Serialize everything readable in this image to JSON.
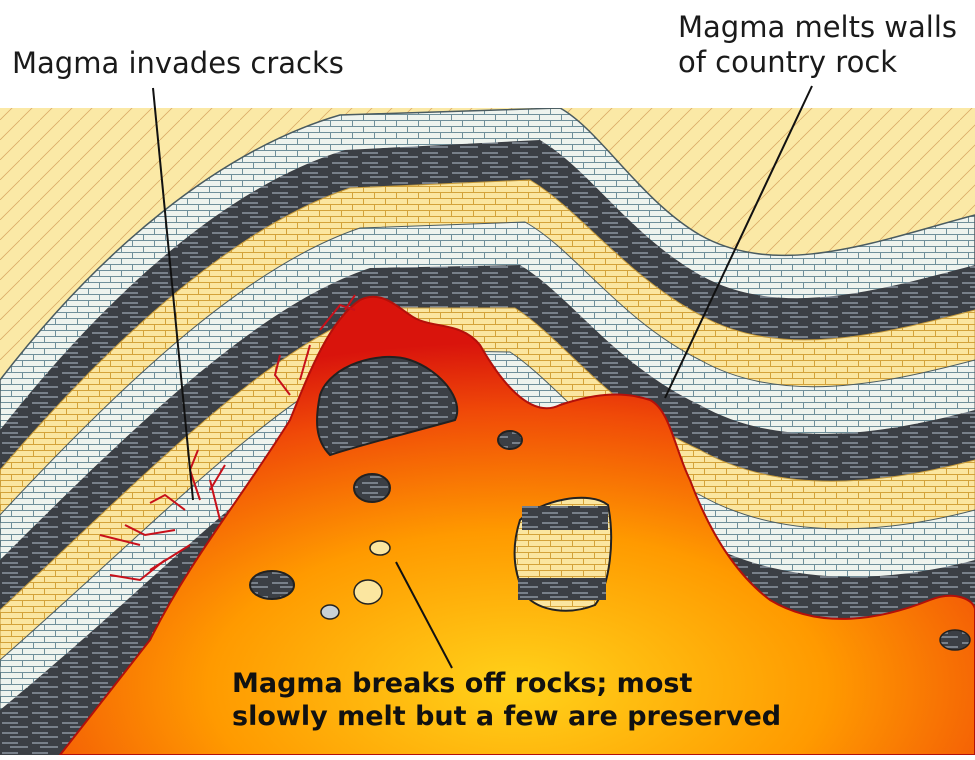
{
  "labels": {
    "cracks": "Magma invades cracks",
    "walls_line1": "Magma melts walls",
    "walls_line2": "of country rock",
    "rocks_line1": "Magma breaks off rocks; most",
    "rocks_line2": "slowly melt but a few are preserved"
  },
  "colors": {
    "magma_core": "#ffd21a",
    "magma_mid": "#ff8a00",
    "magma_edge": "#d9140c",
    "sandstone": "#fbe9a6",
    "shale": "#3b3f45",
    "limestone": "#eef3ee",
    "crack_red": "#c8101a"
  }
}
